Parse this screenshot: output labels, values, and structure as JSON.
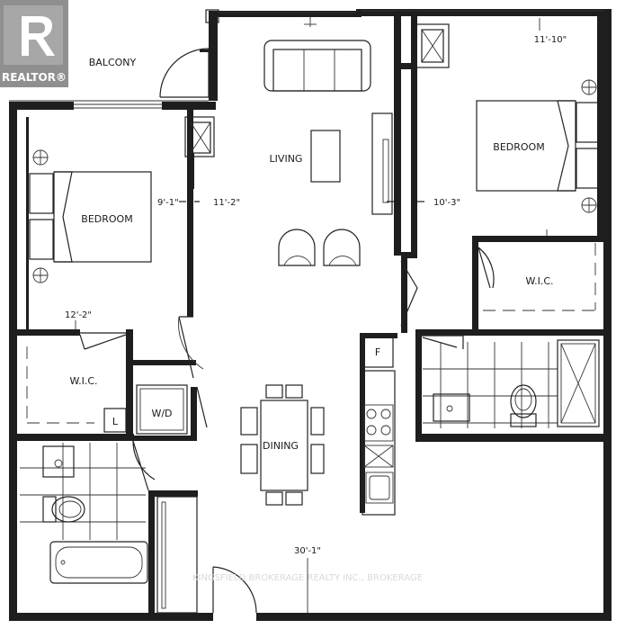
{
  "logo": {
    "brand": "REALTOR®",
    "icon": "realtor-r-logo"
  },
  "rooms": {
    "balcony": "BALCONY",
    "living": "LIVING",
    "bedroom_left": "BEDROOM",
    "bedroom_right": "BEDROOM",
    "wic_left": "W.I.C.",
    "wic_right": "W.I.C.",
    "laundry": "W/D",
    "linen": "L",
    "fridge": "F",
    "dining": "DINING"
  },
  "dimensions": {
    "bedroom_right_width": "11'-10\"",
    "bedroom_left_depth": "9'-1\"",
    "living_width": "11'-2\"",
    "bedroom_right_depth": "10'-3\"",
    "bedroom_left_width": "12'-2\"",
    "overall_depth": "30'-1\""
  },
  "watermark": "KINGSFIELD BROKERAGE REALTY INC., BROKERAGE"
}
